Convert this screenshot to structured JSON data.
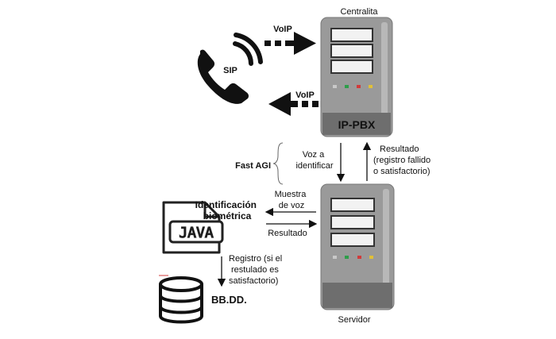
{
  "diagram": {
    "labels": {
      "centralita": "Centralita",
      "voip_in": "VoIP",
      "voip_out": "VoIP",
      "sip": "SIP",
      "ip_pbx": "IP-PBX",
      "fast_agi": "Fast AGI",
      "voz_a_line1": "Voz a",
      "voz_a_line2": "identificar",
      "resultado_up_line1": "Resultado",
      "resultado_up_line2": "(registro fallido",
      "resultado_up_line3": "o satisfactorio)",
      "id_line1": "Identificación",
      "id_line2": "biométrica",
      "muestra_line1": "Muestra",
      "muestra_line2": "de voz",
      "resultado_right": "Resultado",
      "java": "JAVA",
      "registro_line1": "Registro (si el",
      "registro_line2": "restulado es",
      "registro_line3": "satisfactorio)",
      "bbdd": "BB.DD.",
      "servidor": "Servidor"
    },
    "colors": {
      "server_body": "#9a9a9a",
      "server_dark": "#6e6e6e",
      "led_grey": "#c8c8c8",
      "led_green": "#2e9e4a",
      "led_red": "#d13b3b",
      "led_yellow": "#e0c038",
      "ink": "#111111"
    },
    "icons": [
      "phone-icon",
      "java-file-icon",
      "database-icon",
      "server-icon"
    ]
  }
}
